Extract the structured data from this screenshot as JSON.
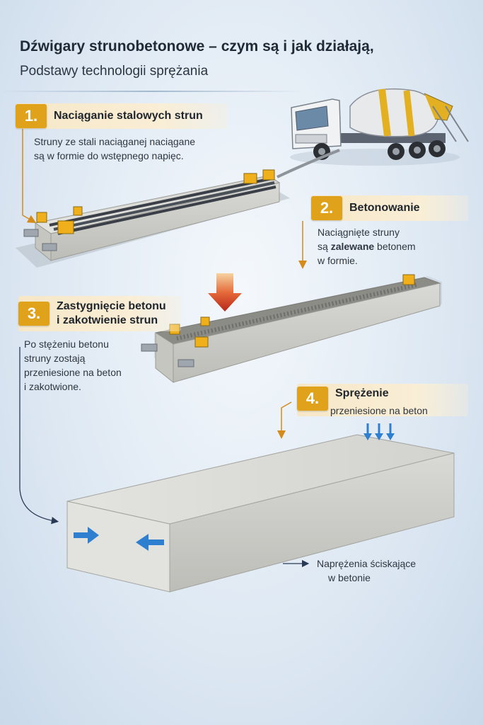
{
  "header": {
    "title": "Dźwigary strunobetonowe – czym są i jak działają,",
    "subtitle": "Podstawy technologii sprężania"
  },
  "steps": [
    {
      "number": "1.",
      "title": "Naciąganie stalowych strun",
      "desc": [
        "Struny ze stali naciąganej naciągane",
        "są w formie do wstępnego napięc."
      ]
    },
    {
      "number": "2.",
      "title": "Betonowanie",
      "desc_line1": "Naciągnięte struny",
      "desc_pre": "są ",
      "desc_bold": "zalewane",
      "desc_post": " betonem",
      "desc_line3": "w formie."
    },
    {
      "number": "3.",
      "title": [
        "Zastygnięcie betonu",
        "i zakotwienie strun"
      ],
      "desc": [
        "Po stężeniu betonu",
        "struny zostają",
        "przeniesione na beton",
        "i zakotwione."
      ]
    },
    {
      "number": "4.",
      "title": "Sprężenie",
      "desc": "przeniesione na beton"
    }
  ],
  "stress_label": [
    "Naprężenia ściskające",
    "w betonie"
  ],
  "colors": {
    "badge": "#e0a21a",
    "arrow_blue": "#2f7fd0",
    "arrow_red": "#c8321e",
    "concrete": "#d6d6d2"
  }
}
